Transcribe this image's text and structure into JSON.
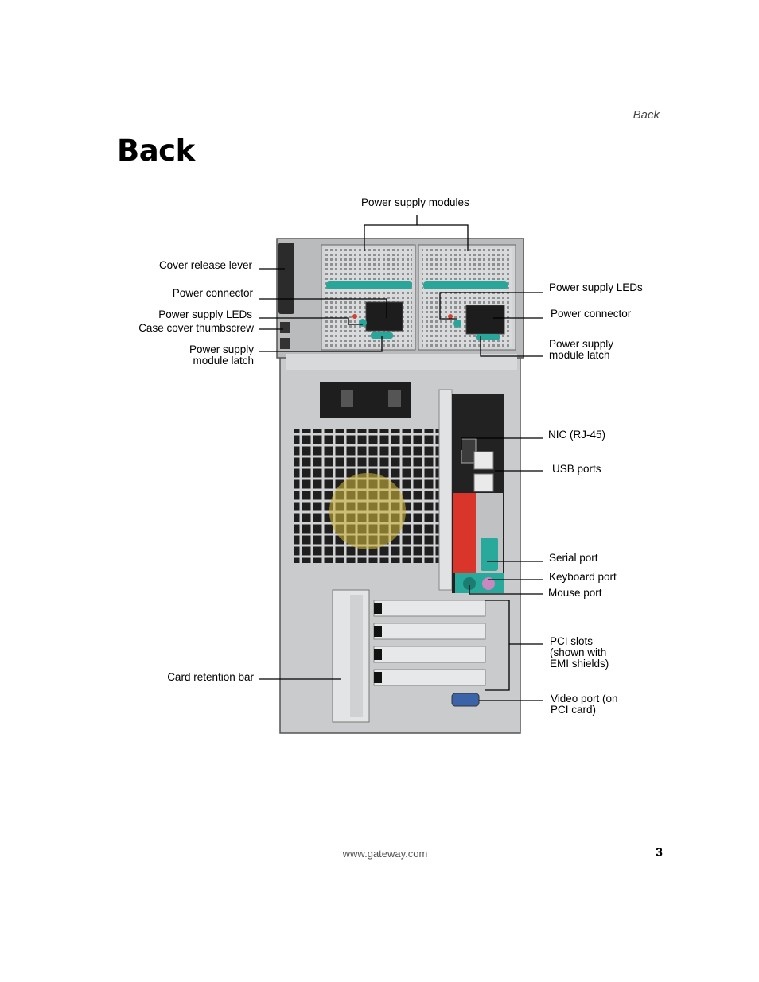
{
  "header": {
    "running_head": "Back"
  },
  "page": {
    "title": "Back",
    "footer_url": "www.gateway.com",
    "page_number": "3"
  },
  "callouts": {
    "power_supply_modules": "Power supply modules",
    "cover_release_lever": "Cover release lever",
    "power_connector_left": "Power connector",
    "power_supply_leds_left": "Power supply LEDs",
    "case_cover_thumbscrew": "Case cover thumbscrew",
    "power_supply_module_latch_left": "Power supply\nmodule latch",
    "power_supply_leds_right": "Power supply LEDs",
    "power_connector_right": "Power connector",
    "power_supply_module_latch_right": "Power supply\nmodule latch",
    "nic": "NIC (RJ-45)",
    "usb_ports": "USB ports",
    "serial_port": "Serial port",
    "keyboard_port": "Keyboard port",
    "mouse_port": "Mouse port",
    "pci_slots": "PCI slots\n(shown with\nEMI shields)",
    "card_retention_bar": "Card retention bar",
    "video_port": "Video port (on\nPCI card)"
  },
  "colors": {
    "chassis": "#c9cbcc",
    "chassis_dark": "#6c6e70",
    "psu_handle": "#2aa59a",
    "fan_hub": "#c9b03a",
    "red_panel": "#d9352b",
    "io_teal": "#28a99c"
  }
}
